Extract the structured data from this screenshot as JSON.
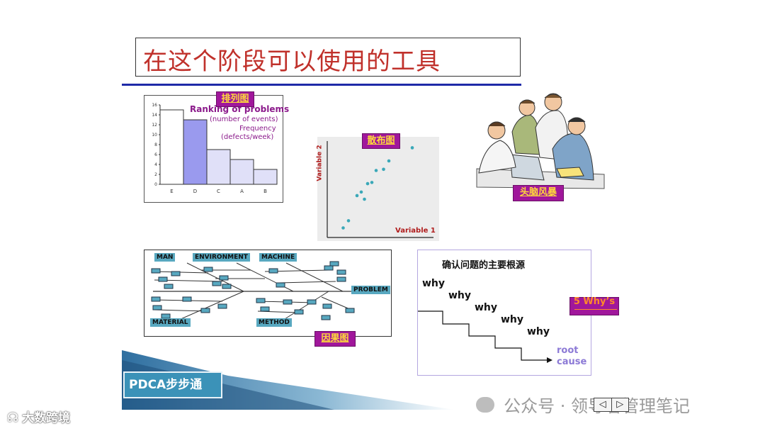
{
  "title": "在这个阶段可以使用的工具",
  "pareto": {
    "tag": "排列图",
    "heading": "Ranking of problems",
    "sub1": "(number of events)",
    "sub2": "Frequency",
    "sub3": "(defects/week)",
    "chart_data": {
      "type": "bar",
      "categories": [
        "E",
        "D",
        "C",
        "A",
        "B"
      ],
      "values": [
        15,
        13,
        7,
        5,
        3
      ],
      "ylim": [
        0,
        16
      ],
      "yticks": [
        "0",
        "2",
        "4",
        "6",
        "8",
        "10",
        "12",
        "14",
        "16"
      ],
      "bar_colors": [
        "#ffffff",
        "#9a9aee",
        "#e0e0f8",
        "#e0e0f8",
        "#e0e0f8"
      ]
    }
  },
  "scatter": {
    "tag": "散布图",
    "chart_data": {
      "type": "scatter",
      "xlabel": "Variable 1",
      "ylabel": "Variable 2",
      "x": [
        1.5,
        2,
        2.8,
        3.5,
        3.2,
        3.8,
        4.2,
        4.6,
        5.3,
        5.8,
        8
      ],
      "y": [
        0.8,
        1.4,
        3.5,
        3.2,
        3.8,
        4.5,
        4.6,
        5.6,
        5.7,
        6.4,
        7.5
      ],
      "xlim": [
        0,
        10
      ],
      "ylim": [
        0,
        8
      ],
      "point_color": "#3aa8b8"
    }
  },
  "brainstorm": {
    "tag": "头脑风暴"
  },
  "fishbone": {
    "tag": "因果图",
    "labels": {
      "man": "MAN",
      "environment": "ENVIRONMENT",
      "machine": "MACHINE",
      "material": "MATERIAL",
      "method": "METHOD",
      "problem": "PROBLEM"
    }
  },
  "five_why": {
    "heading": "确认问题的主要根源",
    "whys": [
      "why",
      "why",
      "why",
      "why",
      "why"
    ],
    "root1": "root",
    "root2": "cause",
    "tag": "5 Why’s"
  },
  "banner": {
    "label": "PDCA步步通"
  },
  "watermark": {
    "left": "大数跨境",
    "right": "公众号 · 领导者管理笔记"
  },
  "nav": {
    "prev": "◁",
    "next": "▷"
  },
  "colors": {
    "title": "#c0312b",
    "rule": "#1f2aa8",
    "tag_bg": "#a0179b",
    "tag_text": "#ffd93b",
    "teal": "#58a8c0"
  }
}
